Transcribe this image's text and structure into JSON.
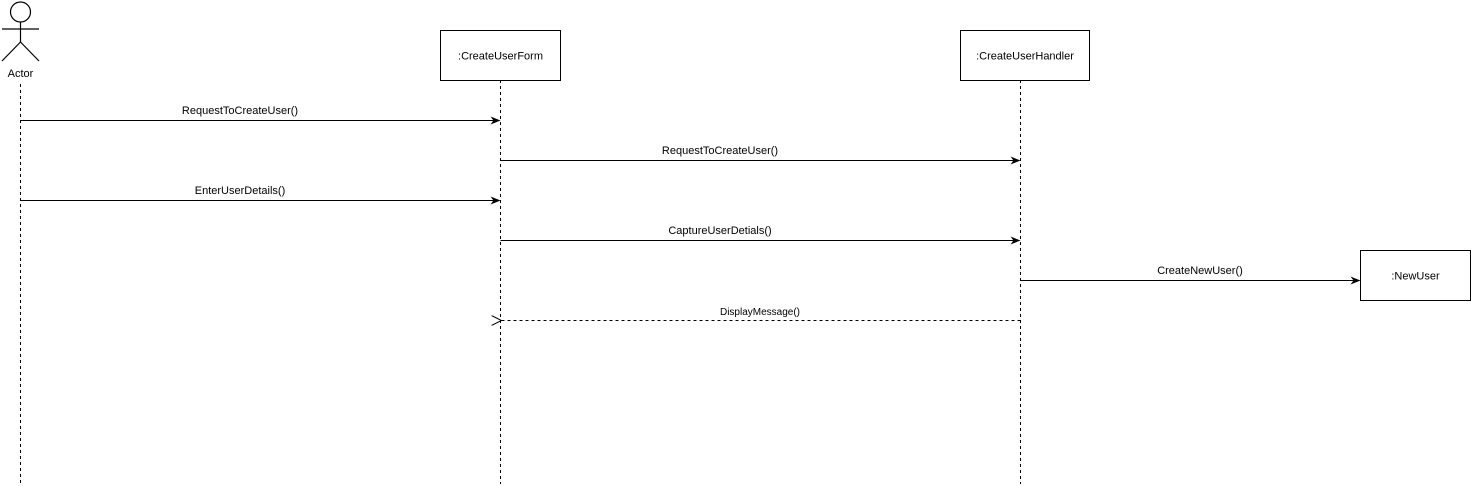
{
  "colors": {
    "stroke": "#000000",
    "background": "#ffffff"
  },
  "actor": {
    "label": "Actor"
  },
  "participants": [
    {
      "label": ":CreateUserForm"
    },
    {
      "label": ":CreateUserHandler"
    },
    {
      "label": ":NewUser"
    }
  ],
  "messages": [
    {
      "label": "RequestToCreateUser()",
      "from": "Actor",
      "to": ":CreateUserForm",
      "style": "sync"
    },
    {
      "label": "RequestToCreateUser()",
      "from": ":CreateUserForm",
      "to": ":CreateUserHandler",
      "style": "sync"
    },
    {
      "label": "EnterUserDetails()",
      "from": "Actor",
      "to": ":CreateUserForm",
      "style": "sync"
    },
    {
      "label": "CaptureUserDetials()",
      "from": ":CreateUserForm",
      "to": ":CreateUserHandler",
      "style": "sync"
    },
    {
      "label": "CreateNewUser()",
      "from": ":CreateUserHandler",
      "to": ":NewUser",
      "style": "create"
    },
    {
      "label": "DisplayMessage()",
      "from": ":CreateUserHandler",
      "to": ":CreateUserForm",
      "style": "return"
    }
  ]
}
